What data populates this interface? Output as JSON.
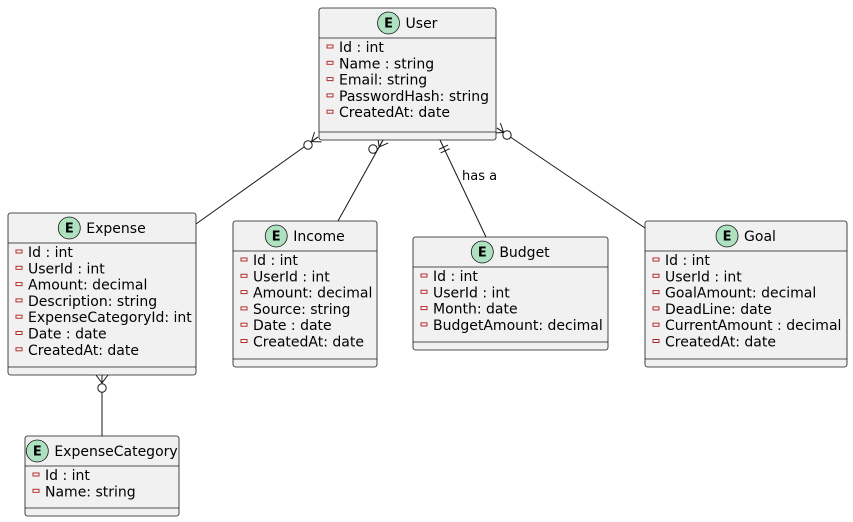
{
  "entities": {
    "user": {
      "name": "User",
      "attributes": [
        "Id : int",
        "Name : string",
        "Email: string",
        "PasswordHash: string",
        "CreatedAt: date"
      ]
    },
    "expense": {
      "name": "Expense",
      "attributes": [
        "Id : int",
        "UserId : int",
        "Amount: decimal",
        "Description: string",
        "ExpenseCategoryId: int",
        "Date : date",
        "CreatedAt: date"
      ]
    },
    "income": {
      "name": "Income",
      "attributes": [
        "Id : int",
        "UserId : int",
        "Amount: decimal",
        "Source: string",
        "Date : date",
        "CreatedAt: date"
      ]
    },
    "budget": {
      "name": "Budget",
      "attributes": [
        "Id : int",
        "UserId : int",
        "Month: date",
        "BudgetAmount: decimal"
      ]
    },
    "goal": {
      "name": "Goal",
      "attributes": [
        "Id : int",
        "UserId : int",
        "GoalAmount: decimal",
        "DeadLine: date",
        "CurrentAmount : decimal",
        "CreatedAt: date"
      ]
    },
    "expensecategory": {
      "name": "ExpenseCategory",
      "attributes": [
        "Id : int",
        "Name: string"
      ]
    }
  },
  "badge_letter": "E",
  "relations": [
    {
      "from": "user",
      "to": "expense",
      "user_end": "zero-or-many",
      "label": ""
    },
    {
      "from": "user",
      "to": "income",
      "user_end": "zero-or-many",
      "label": ""
    },
    {
      "from": "user",
      "to": "budget",
      "user_end": "exactly-one",
      "label": "has a"
    },
    {
      "from": "user",
      "to": "goal",
      "user_end": "zero-or-many",
      "label": ""
    },
    {
      "from": "expense",
      "to": "expensecategory",
      "user_end": "zero-or-many",
      "label": ""
    }
  ],
  "colors": {
    "entity_fill": "#f1f1f1",
    "badge_fill": "#ade1c0",
    "visibility_marker": "#b12a2a",
    "line": "#181818"
  }
}
